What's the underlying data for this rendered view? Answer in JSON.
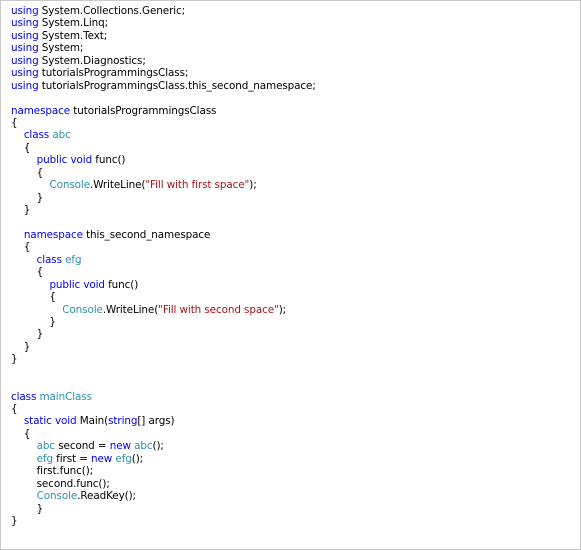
{
  "colors": {
    "keyword": "#0000ff",
    "type": "#2b91af",
    "string": "#a31515",
    "plain": "#000000",
    "background": "#ffffff"
  },
  "code_lines": [
    [
      {
        "t": "kw",
        "v": "using"
      },
      {
        "t": "plain",
        "v": " System.Collections.Generic;"
      }
    ],
    [
      {
        "t": "kw",
        "v": "using"
      },
      {
        "t": "plain",
        "v": " System.Linq;"
      }
    ],
    [
      {
        "t": "kw",
        "v": "using"
      },
      {
        "t": "plain",
        "v": " System.Text;"
      }
    ],
    [
      {
        "t": "kw",
        "v": "using"
      },
      {
        "t": "plain",
        "v": " System;"
      }
    ],
    [
      {
        "t": "kw",
        "v": "using"
      },
      {
        "t": "plain",
        "v": " System.Diagnostics;"
      }
    ],
    [
      {
        "t": "kw",
        "v": "using"
      },
      {
        "t": "plain",
        "v": " tutorialsProgrammingsClass;"
      }
    ],
    [
      {
        "t": "kw",
        "v": "using"
      },
      {
        "t": "plain",
        "v": " tutorialsProgrammingsClass.this_second_namespace;"
      }
    ],
    [],
    [
      {
        "t": "kw",
        "v": "namespace"
      },
      {
        "t": "plain",
        "v": " tutorialsProgrammingsClass"
      }
    ],
    [
      {
        "t": "plain",
        "v": "{"
      }
    ],
    [
      {
        "t": "plain",
        "v": "    "
      },
      {
        "t": "kw",
        "v": "class"
      },
      {
        "t": "plain",
        "v": " "
      },
      {
        "t": "type",
        "v": "abc"
      }
    ],
    [
      {
        "t": "plain",
        "v": "    {"
      }
    ],
    [
      {
        "t": "plain",
        "v": "        "
      },
      {
        "t": "kw",
        "v": "public"
      },
      {
        "t": "plain",
        "v": " "
      },
      {
        "t": "kw",
        "v": "void"
      },
      {
        "t": "plain",
        "v": " func()"
      }
    ],
    [
      {
        "t": "plain",
        "v": "        {"
      }
    ],
    [
      {
        "t": "plain",
        "v": "            "
      },
      {
        "t": "type",
        "v": "Console"
      },
      {
        "t": "plain",
        "v": ".WriteLine("
      },
      {
        "t": "str",
        "v": "\"Fill with first space\""
      },
      {
        "t": "plain",
        "v": ");"
      }
    ],
    [
      {
        "t": "plain",
        "v": "        }"
      }
    ],
    [
      {
        "t": "plain",
        "v": "    }"
      }
    ],
    [],
    [
      {
        "t": "plain",
        "v": "    "
      },
      {
        "t": "kw",
        "v": "namespace"
      },
      {
        "t": "plain",
        "v": " this_second_namespace"
      }
    ],
    [
      {
        "t": "plain",
        "v": "    {"
      }
    ],
    [
      {
        "t": "plain",
        "v": "        "
      },
      {
        "t": "kw",
        "v": "class"
      },
      {
        "t": "plain",
        "v": " "
      },
      {
        "t": "type",
        "v": "efg"
      }
    ],
    [
      {
        "t": "plain",
        "v": "        {"
      }
    ],
    [
      {
        "t": "plain",
        "v": "            "
      },
      {
        "t": "kw",
        "v": "public"
      },
      {
        "t": "plain",
        "v": " "
      },
      {
        "t": "kw",
        "v": "void"
      },
      {
        "t": "plain",
        "v": " func()"
      }
    ],
    [
      {
        "t": "plain",
        "v": "            {"
      }
    ],
    [
      {
        "t": "plain",
        "v": "                "
      },
      {
        "t": "type",
        "v": "Console"
      },
      {
        "t": "plain",
        "v": ".WriteLine("
      },
      {
        "t": "str",
        "v": "\"Fill with second space\""
      },
      {
        "t": "plain",
        "v": ");"
      }
    ],
    [
      {
        "t": "plain",
        "v": "            }"
      }
    ],
    [
      {
        "t": "plain",
        "v": "        }"
      }
    ],
    [
      {
        "t": "plain",
        "v": "    }"
      }
    ],
    [
      {
        "t": "plain",
        "v": "}"
      }
    ],
    [],
    [],
    [
      {
        "t": "kw",
        "v": "class"
      },
      {
        "t": "plain",
        "v": " "
      },
      {
        "t": "type",
        "v": "mainClass"
      }
    ],
    [
      {
        "t": "plain",
        "v": "{"
      }
    ],
    [
      {
        "t": "plain",
        "v": "    "
      },
      {
        "t": "kw",
        "v": "static"
      },
      {
        "t": "plain",
        "v": " "
      },
      {
        "t": "kw",
        "v": "void"
      },
      {
        "t": "plain",
        "v": " Main("
      },
      {
        "t": "kw",
        "v": "string"
      },
      {
        "t": "plain",
        "v": "[] args)"
      }
    ],
    [
      {
        "t": "plain",
        "v": "    {"
      }
    ],
    [
      {
        "t": "plain",
        "v": "        "
      },
      {
        "t": "type",
        "v": "abc"
      },
      {
        "t": "plain",
        "v": " second = "
      },
      {
        "t": "kw",
        "v": "new"
      },
      {
        "t": "plain",
        "v": " "
      },
      {
        "t": "type",
        "v": "abc"
      },
      {
        "t": "plain",
        "v": "();"
      }
    ],
    [
      {
        "t": "plain",
        "v": "        "
      },
      {
        "t": "type",
        "v": "efg"
      },
      {
        "t": "plain",
        "v": " first = "
      },
      {
        "t": "kw",
        "v": "new"
      },
      {
        "t": "plain",
        "v": " "
      },
      {
        "t": "type",
        "v": "efg"
      },
      {
        "t": "plain",
        "v": "();"
      }
    ],
    [
      {
        "t": "plain",
        "v": "        first.func();"
      }
    ],
    [
      {
        "t": "plain",
        "v": "        second.func();"
      }
    ],
    [
      {
        "t": "plain",
        "v": "        "
      },
      {
        "t": "type",
        "v": "Console"
      },
      {
        "t": "plain",
        "v": ".ReadKey();"
      }
    ],
    [
      {
        "t": "plain",
        "v": "        }"
      }
    ],
    [
      {
        "t": "plain",
        "v": "}"
      }
    ]
  ]
}
